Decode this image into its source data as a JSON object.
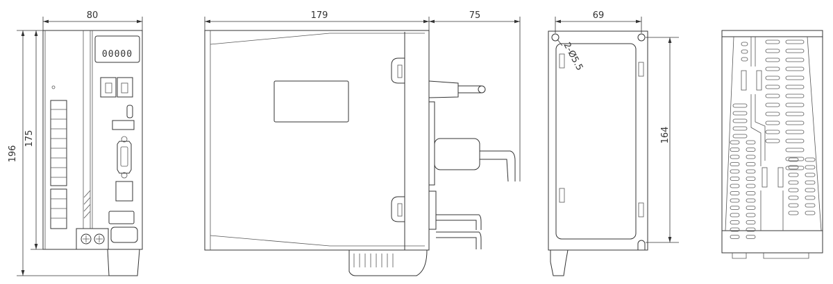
{
  "front_view": {
    "width_dim": "80",
    "height_dim_body": "175",
    "height_dim_total": "196",
    "display_readout": "00000"
  },
  "side_view": {
    "depth_dim": "179",
    "cable_clearance_dim": "75"
  },
  "rear_view": {
    "hole_spacing_width_dim": "69",
    "hole_spacing_height_dim": "164",
    "mounting_hole_note": "2-Ø5.5"
  },
  "colors": {
    "line": "#333333",
    "background": "#ffffff"
  }
}
